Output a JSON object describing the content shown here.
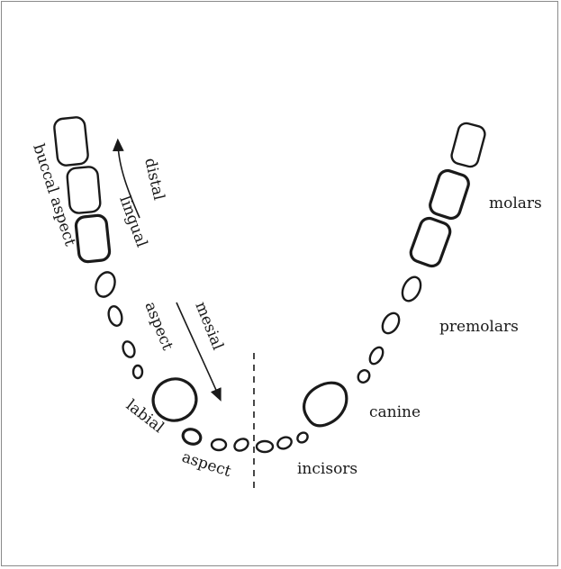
{
  "labels": {
    "buccal_aspect": "buccal aspect",
    "distal": "distal",
    "lingual": "lingual",
    "mesial": "mesial",
    "aspect_upper": "aspect",
    "labial": "labial",
    "aspect_lower": "aspect",
    "molars": "molars",
    "premolars": "premolars",
    "canine": "canine",
    "incisors": "incisors"
  },
  "colors": {
    "ink": "#1a1a1a",
    "frame": "#8a8a8a",
    "background": "#ffffff"
  }
}
